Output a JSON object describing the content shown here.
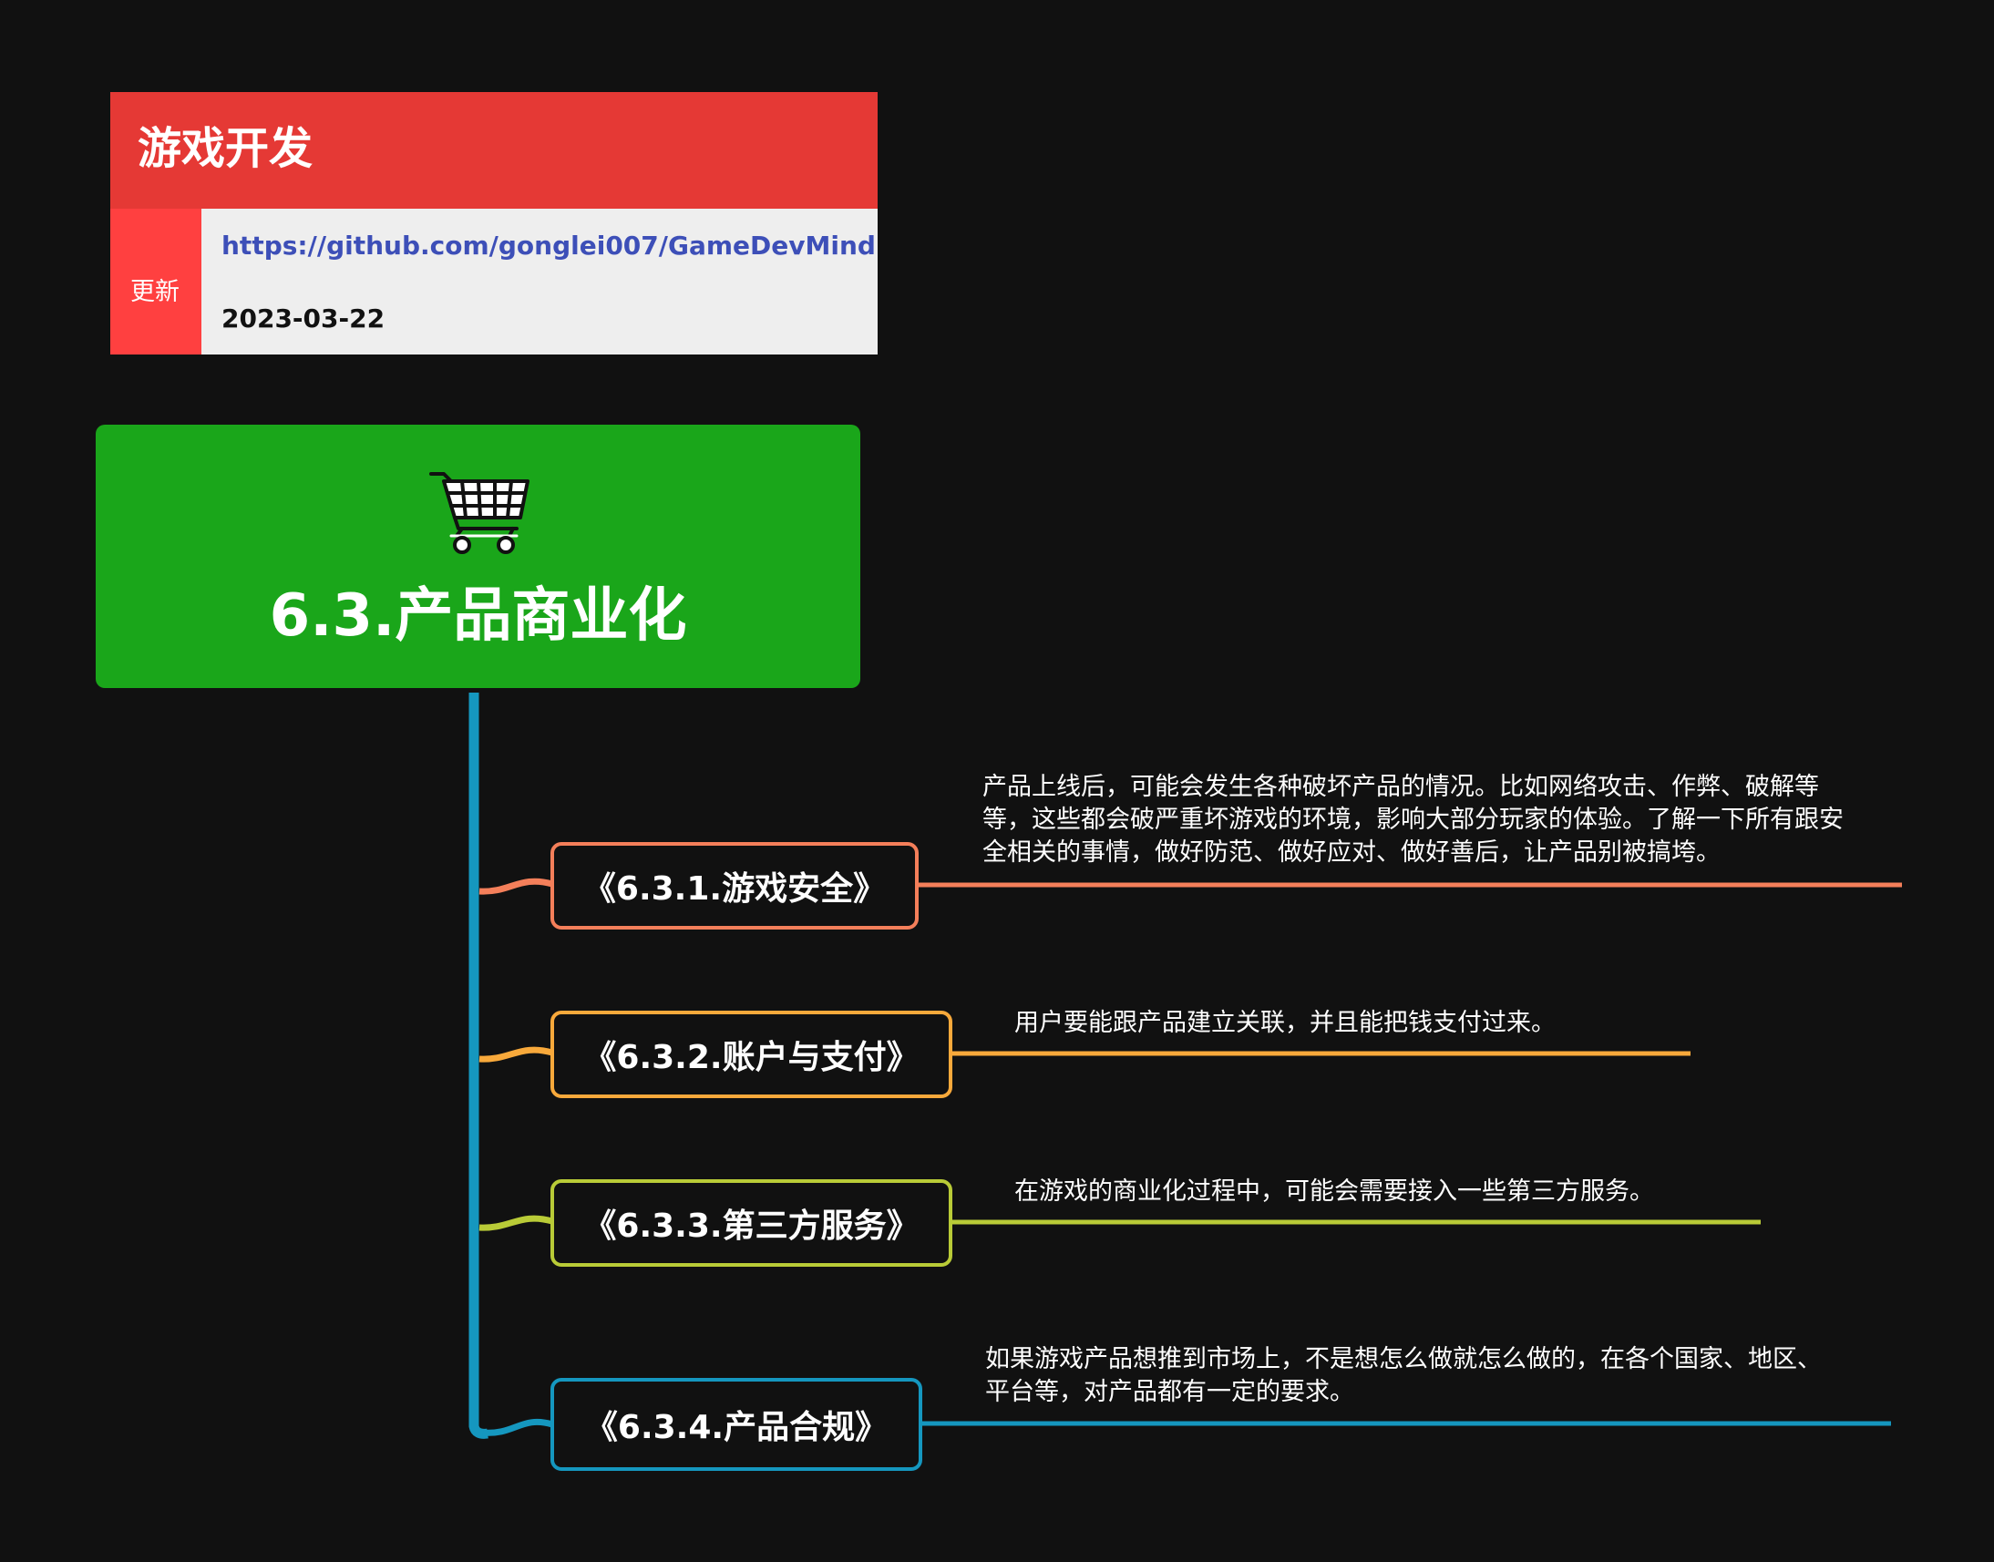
{
  "header": {
    "title": "游戏开发",
    "side_label": "更新",
    "link": "https://github.com/gonglei007/GameDevMind",
    "date": "2023-03-22"
  },
  "root": {
    "icon": "shopping-cart-icon",
    "title": "6.3.产品商业化",
    "color": "#1aa61a"
  },
  "topics": [
    {
      "label": "《6.3.1.游戏安全》",
      "color": "#f47f5a",
      "note": "产品上线后，可能会发生各种破坏产品的情况。比如网络攻击、作弊、破解等\n等，这些都会破严重坏游戏的环境，影响大部分玩家的体验。了解一下所有跟安\n全相关的事情，做好防范、做好应对、做好善后，让产品别被搞垮。"
    },
    {
      "label": "《6.3.2.账户与支付》",
      "color": "#f8a93b",
      "note": "用户要能跟产品建立关联，并且能把钱支付过来。"
    },
    {
      "label": "《6.3.3.第三方服务》",
      "color": "#b9cb37",
      "note": "在游戏的商业化过程中，可能会需要接入一些第三方服务。"
    },
    {
      "label": "《6.3.4.产品合规》",
      "color": "#1597bf",
      "note": "如果游戏产品想推到市场上，不是想怎么做就怎么做的，在各个国家、地区、\n平台等，对产品都有一定的要求。"
    }
  ]
}
